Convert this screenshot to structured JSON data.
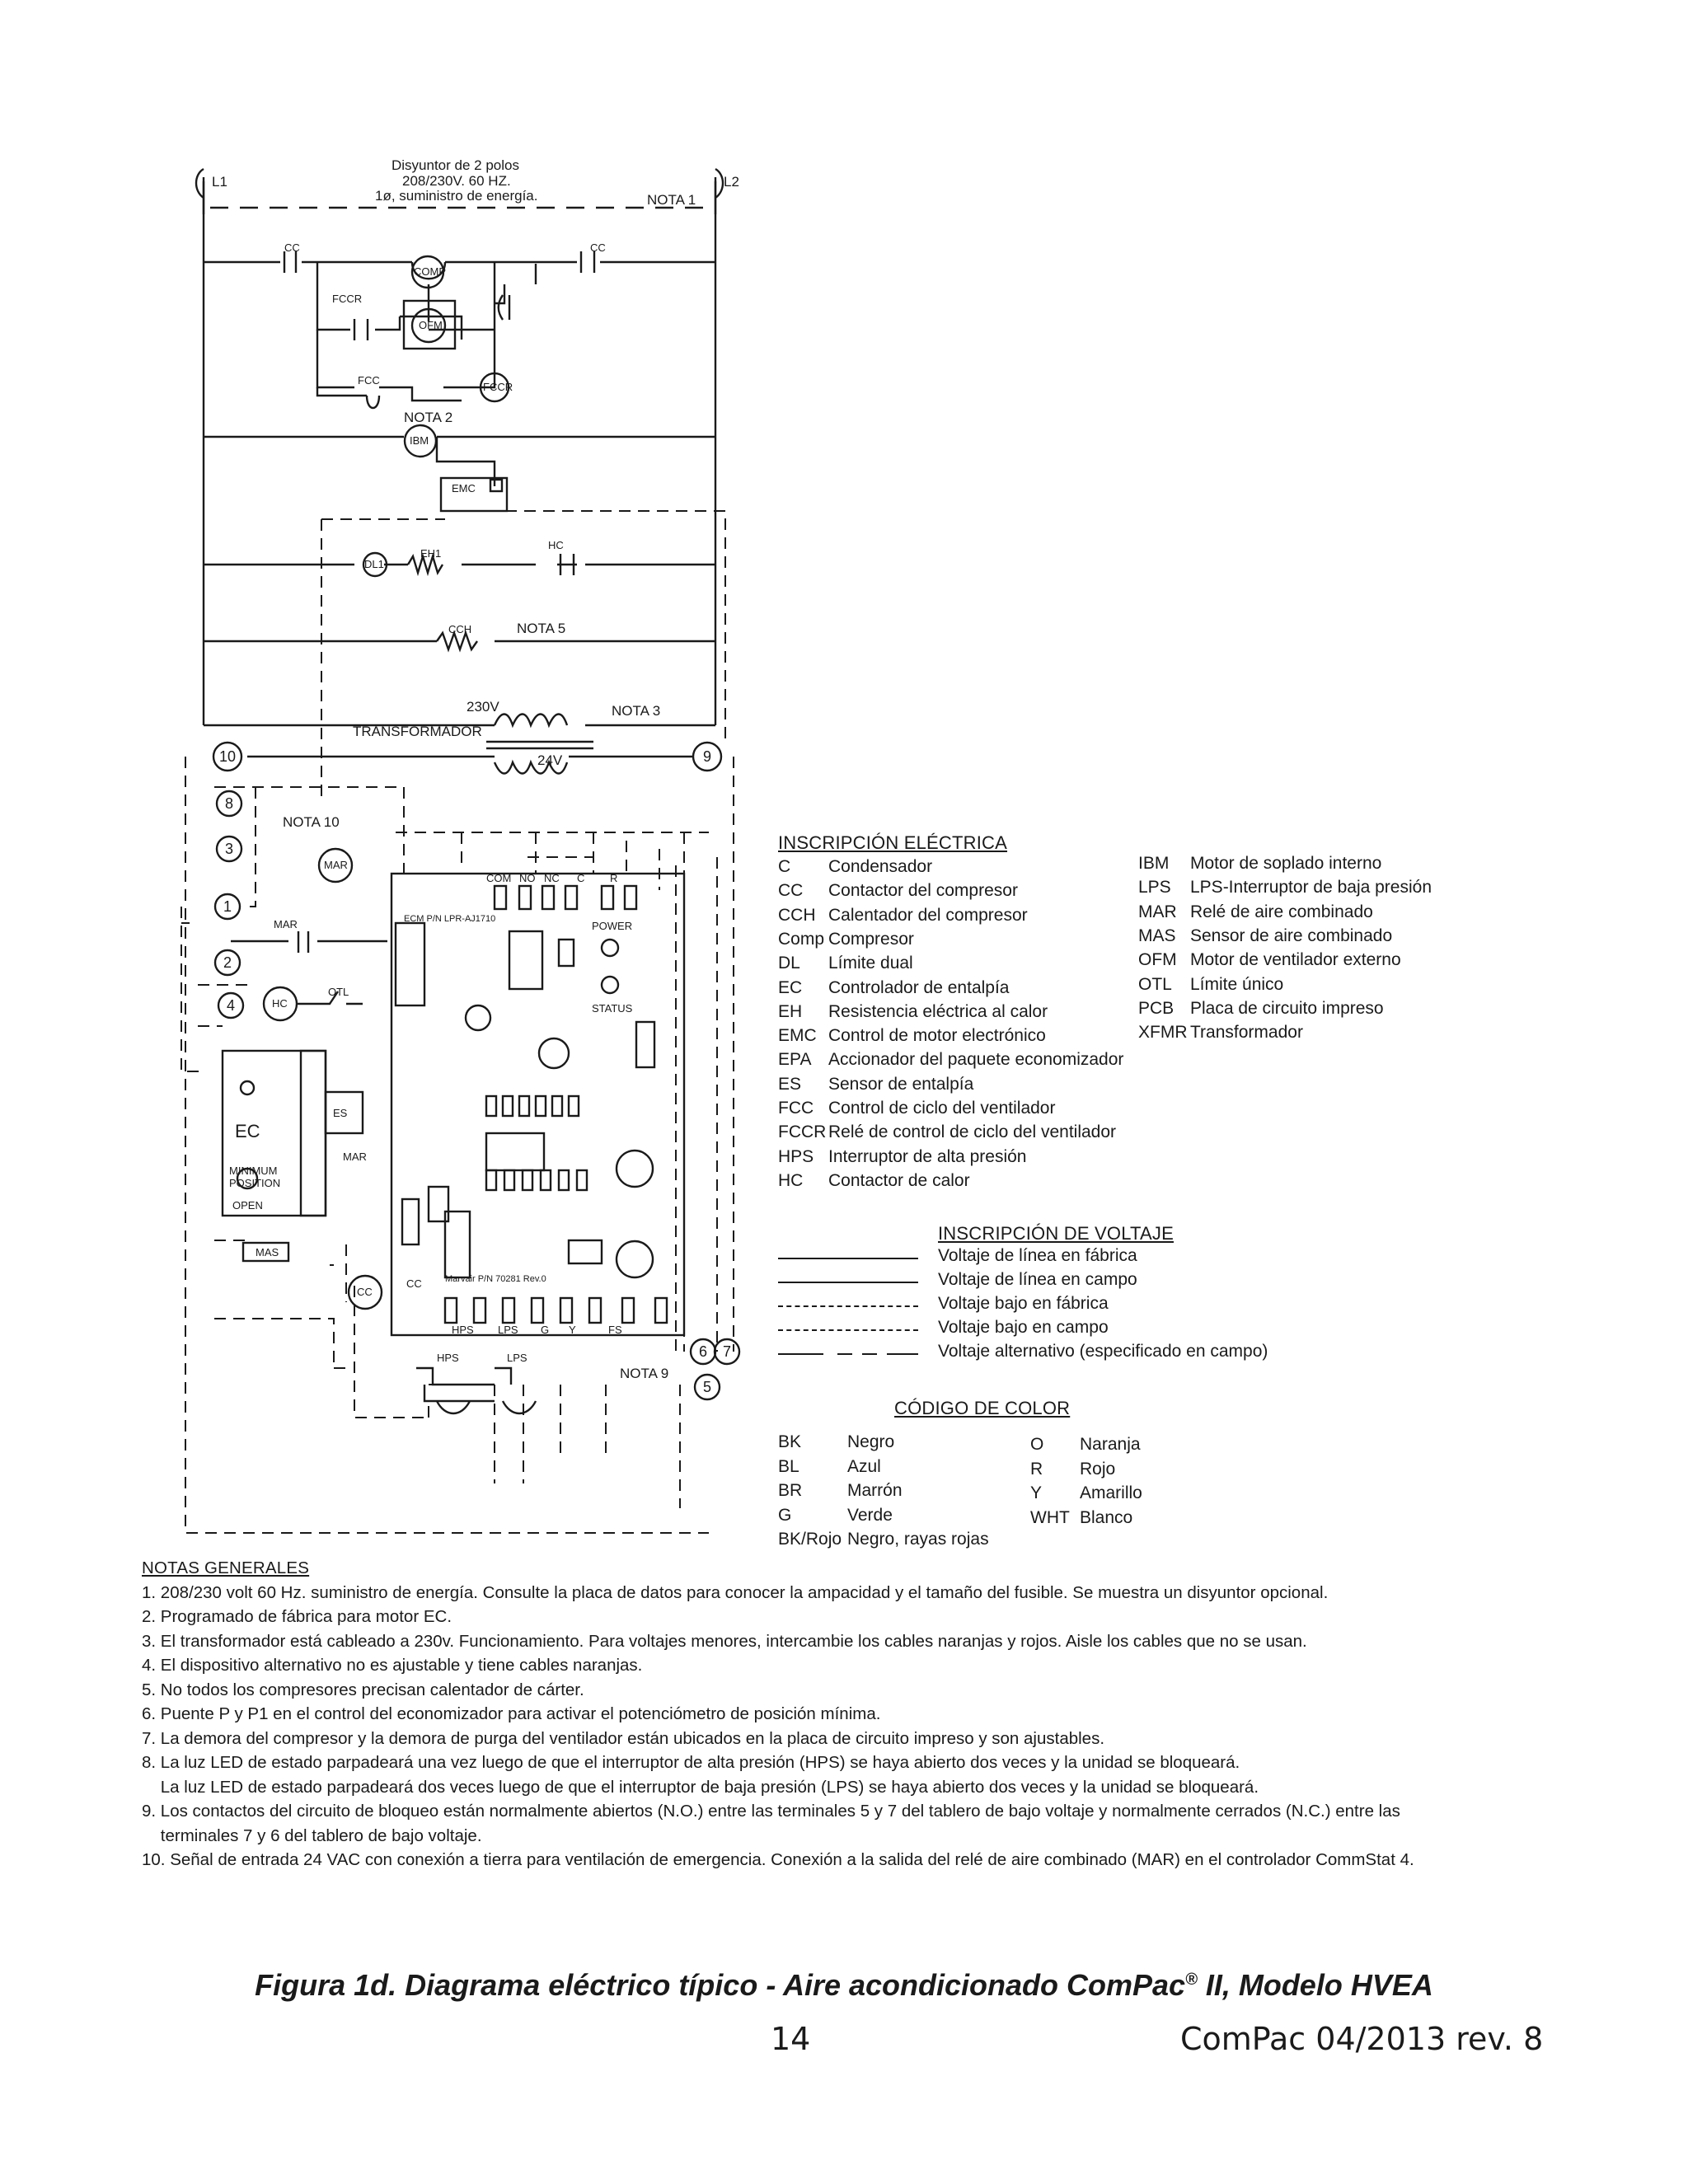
{
  "diagram": {
    "breaker_label_1": "Disyuntor de 2 polos",
    "breaker_label_2": "208/230V. 60 HZ.",
    "breaker_label_3": "1ø, suministro de energía.",
    "l1": "L1",
    "l2": "L2",
    "nota1": "NOTA 1",
    "nota2": "NOTA 2",
    "nota3": "NOTA 3",
    "nota5": "NOTA 5",
    "nota9": "NOTA 9",
    "nota10": "NOTA 10",
    "cc": "CC",
    "comp": "COMP",
    "fccr": "FCCR",
    "ofm": "OFM",
    "fcc": "FCC",
    "ibm": "IBM",
    "emc": "EMC",
    "dl1": "DL1",
    "eh1": "EH1",
    "hc": "HC",
    "cch": "CCH",
    "v230": "230V",
    "v24": "24V",
    "transformador": "TRANSFORMADOR",
    "mar": "MAR",
    "otl": "OTL",
    "ec": "EC",
    "es": "ES",
    "min_pos_1": "MINIMUM",
    "min_pos_2": "POSITION",
    "open": "OPEN",
    "mas": "MAS",
    "hps": "HPS",
    "lps": "LPS",
    "g": "G",
    "y": "Y",
    "fs": "FS",
    "com": "COM",
    "no": "NO",
    "nc": "NC",
    "c": "C",
    "r": "R",
    "power": "POWER",
    "status": "STATUS",
    "pcb_pn": "ECM P/N LPR-AJ1710",
    "board_pn": "Marvair P/N 70281 Rev.0",
    "terminals": [
      "1",
      "2",
      "3",
      "4",
      "5",
      "6",
      "7",
      "8",
      "9",
      "10"
    ]
  },
  "legend": {
    "title": "INSCRIPCIÓN ELÉCTRICA",
    "left": [
      {
        "code": "C",
        "desc": "Condensador"
      },
      {
        "code": "CC",
        "desc": "Contactor del compresor"
      },
      {
        "code": "CCH",
        "desc": "Calentador del compresor"
      },
      {
        "code": "Comp",
        "desc": "Compresor"
      },
      {
        "code": "DL",
        "desc": "Límite dual"
      },
      {
        "code": "EC",
        "desc": "Controlador de entalpía"
      },
      {
        "code": "EH",
        "desc": "Resistencia eléctrica al calor"
      },
      {
        "code": "EMC",
        "desc": "Control de motor electrónico"
      },
      {
        "code": "EPA",
        "desc": "Accionador del paquete economizador"
      },
      {
        "code": "ES",
        "desc": "Sensor de entalpía"
      },
      {
        "code": "FCC",
        "desc": "Control de ciclo del ventilador"
      },
      {
        "code": "FCCR",
        "desc": "Relé de control de ciclo del ventilador"
      },
      {
        "code": "HPS",
        "desc": "Interruptor de alta presión"
      },
      {
        "code": "HC",
        "desc": "Contactor de calor"
      }
    ],
    "right": [
      {
        "code": "IBM",
        "desc": "Motor de soplado interno"
      },
      {
        "code": "LPS",
        "desc": "LPS-Interruptor de baja presión"
      },
      {
        "code": "MAR",
        "desc": "Relé de aire combinado"
      },
      {
        "code": "MAS",
        "desc": "Sensor de aire combinado"
      },
      {
        "code": "OFM",
        "desc": "Motor de ventilador externo"
      },
      {
        "code": "OTL",
        "desc": "Límite único"
      },
      {
        "code": "PCB",
        "desc": "Placa de circuito impreso"
      },
      {
        "code": "XFMR",
        "desc": "Transformador"
      }
    ]
  },
  "voltage": {
    "title": "INSCRIPCIÓN DE VOLTAJE",
    "items": [
      {
        "style": "solid",
        "label": "Voltaje de línea en fábrica"
      },
      {
        "style": "solid",
        "label": "Voltaje de línea en campo"
      },
      {
        "style": "dashed",
        "label": "Voltaje bajo en fábrica"
      },
      {
        "style": "dashed",
        "label": "Voltaje bajo en campo"
      },
      {
        "style": "longdash",
        "label": "Voltaje alternativo (especificado en campo)"
      }
    ]
  },
  "colors": {
    "title": "CÓDIGO DE COLOR",
    "left": [
      {
        "code": "BK",
        "name": "Negro"
      },
      {
        "code": "BL",
        "name": "Azul"
      },
      {
        "code": "BR",
        "name": "Marrón"
      },
      {
        "code": "G",
        "name": "Verde"
      },
      {
        "code": "BK/Rojo",
        "name": "Negro, rayas rojas"
      }
    ],
    "right": [
      {
        "code": "O",
        "name": "Naranja"
      },
      {
        "code": "R",
        "name": "Rojo"
      },
      {
        "code": "Y",
        "name": "Amarillo"
      },
      {
        "code": "WHT",
        "name": "Blanco"
      }
    ]
  },
  "notes": {
    "title": "NOTAS GENERALES",
    "lines": [
      "1. 208/230 volt 60 Hz. suministro de energía. Consulte la placa de datos para conocer la ampacidad y el tamaño del fusible. Se muestra un disyuntor opcional.",
      "2. Programado de fábrica para motor EC.",
      "3. El transformador está cableado a 230v. Funcionamiento. Para voltajes menores, intercambie los cables naranjas y rojos. Aisle los cables que no se usan.",
      "4. El dispositivo alternativo no es ajustable y tiene cables naranjas.",
      "5. No todos los compresores precisan calentador de cárter.",
      "6. Puente P y P1 en el control del economizador para activar el potenciómetro de posición mínima.",
      "7. La demora del compresor y la demora de purga del ventilador están ubicados en la placa de circuito impreso y son ajustables.",
      "8. La luz LED de estado parpadeará una vez luego de que el interruptor de alta presión (HPS) se haya abierto dos veces y la unidad se bloqueará.",
      "    La luz LED de estado parpadeará dos veces luego de que el interruptor de baja presión (LPS) se haya abierto dos veces y la unidad se bloqueará.",
      "9. Los contactos del circuito de bloqueo están normalmente abiertos (N.O.) entre las terminales 5 y 7 del tablero de bajo voltaje y normalmente cerrados (N.C.) entre las",
      "    terminales 7 y 6 del tablero de bajo voltaje.",
      "10. Señal de entrada 24 VAC con conexión a tierra para ventilación de emergencia. Conexión a la salida del relé de aire combinado (MAR) en el controlador CommStat 4."
    ]
  },
  "footer": {
    "caption_main": "Figura 1d.   Diagrama eléctrico típico - Aire acondicionado ComPac",
    "caption_reg": "®",
    "caption_tail": " II, Modelo HVEA",
    "page": "14",
    "doc": "ComPac 04/2013 rev. 8"
  }
}
